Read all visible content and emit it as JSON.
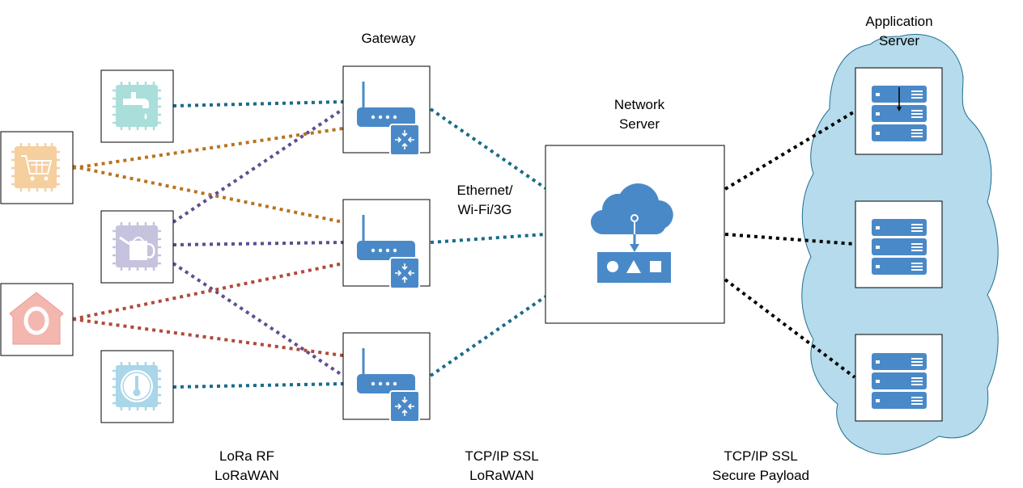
{
  "labels": {
    "gateway": "Gateway",
    "network_server_1": "Network",
    "network_server_2": "Server",
    "application_server_1": "Application",
    "application_server_2": "Server",
    "backhaul_1": "Ethernet/",
    "backhaul_2": "Wi-Fi/3G",
    "lora_1": "LoRa RF",
    "lora_2": "LoRaWAN",
    "tcp_lorawan_1": "TCP/IP SSL",
    "tcp_lorawan_2": "LoRaWAN",
    "tcp_secure_1": "TCP/IP SSL",
    "tcp_secure_2": "Secure Payload"
  },
  "icons": {
    "devices": [
      "water-tap-sensor-icon",
      "shopping-cart-icon",
      "watering-can-sensor-icon",
      "smart-home-icon",
      "thermometer-sensor-icon"
    ],
    "gateways": [
      "wireless-router-icon",
      "wireless-router-icon",
      "wireless-router-icon"
    ],
    "network_server": "cloud-network-server-icon",
    "application_servers": [
      "server-rack-icon",
      "server-rack-icon",
      "server-rack-icon"
    ],
    "cloud": "cloud-shape"
  },
  "colors": {
    "teal_link": "#1a6b8a",
    "orange_link": "#b8731f",
    "purple_link": "#5c4f8f",
    "red_link": "#b04a3a",
    "server_link": "#000000",
    "icon_blue": "#4a89c8",
    "cloud_fill": "#b5dbec",
    "water_icon": "#a9dedb",
    "cart_icon": "#f6cf9f",
    "can_icon": "#c6c3de",
    "home_icon": "#f4b7b0",
    "thermo_icon": "#a9d6e8"
  }
}
